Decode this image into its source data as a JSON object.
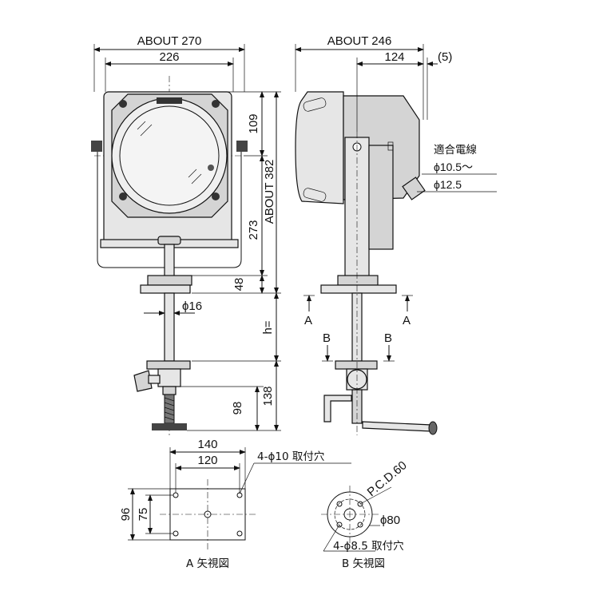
{
  "front": {
    "width_about": "ABOUT 270",
    "width_inner": "226",
    "h_top": "109",
    "h_mid": "273",
    "h_about": "ABOUT 382",
    "h_base": "48",
    "rod_dia": "ϕ16",
    "h_variable": "h=",
    "h_clamp": "138",
    "h_handle": "98"
  },
  "side": {
    "width_about": "ABOUT 246",
    "width_inner": "124",
    "offset": "(5)",
    "cable_title": "適合電線",
    "cable_range_1": "ϕ10.5～",
    "cable_range_2": "ϕ12.5",
    "section_a_left": "A",
    "section_a_right": "A",
    "section_b_left": "B",
    "section_b_right": "B"
  },
  "view_a": {
    "width_outer": "140",
    "width_inner": "120",
    "height_outer": "96",
    "height_inner": "75",
    "holes": "4-ϕ10 取付穴",
    "caption": "A 矢視図"
  },
  "view_b": {
    "pcd": "P.C.D.60",
    "dia": "ϕ80",
    "holes": "4-ϕ8.5 取付穴",
    "caption": "B 矢視図"
  }
}
